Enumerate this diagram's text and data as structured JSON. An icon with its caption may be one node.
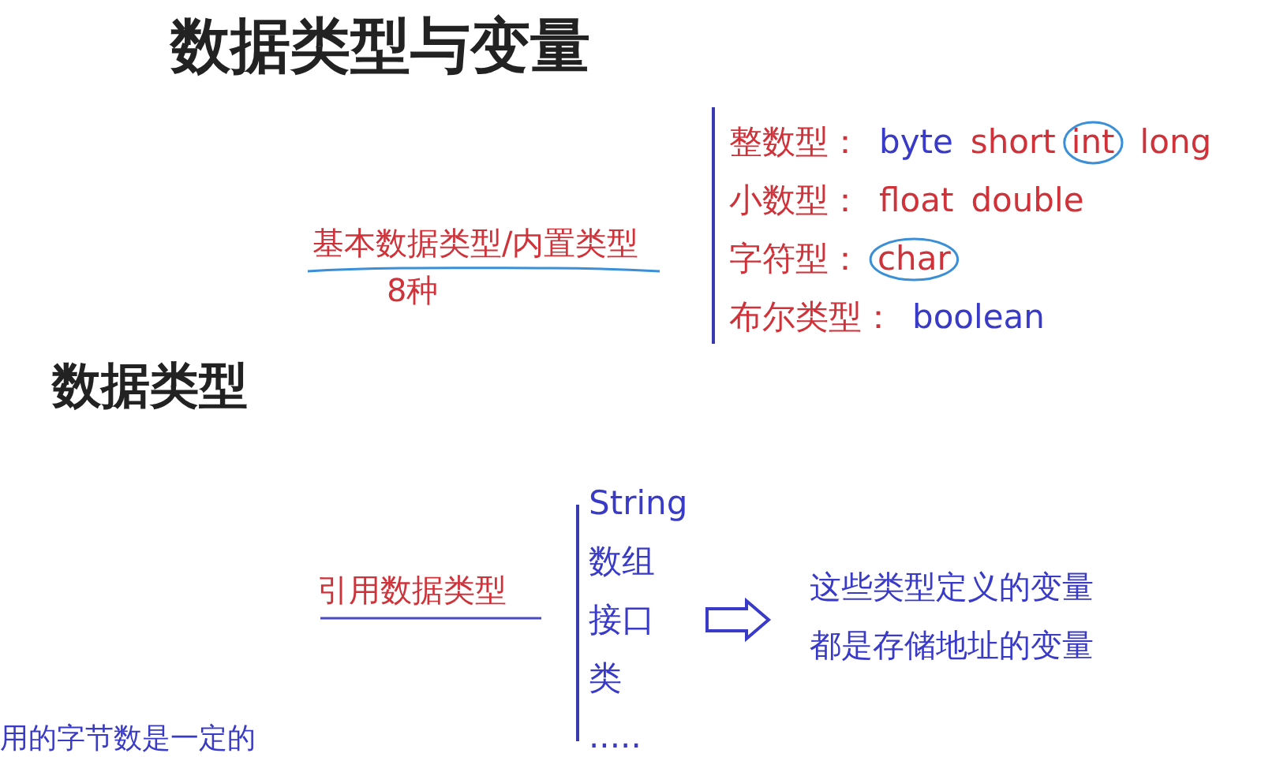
{
  "diagram": {
    "title": "数据类型与变量",
    "nodes": [
      {
        "text": [
          "String",
          "数组",
          "接口",
          "类",
          "....."
        ]
      },
      {
        "text": [
          "这些类型定义的变量",
          "都是存储地址的变量"
        ]
      }
    ],
    "edges": [
      {
        "from": 0,
        "to": 1,
        "arrow": "to"
      }
    ],
    "labels": [
      "基本数据类型/内置类型",
      "8种",
      "整数型：",
      "byte",
      "short",
      "int",
      "long",
      "小数型：",
      "float",
      "double",
      "字符型：",
      "char",
      "布尔类型：",
      "boolean",
      "数据类型",
      "引用数据类型",
      "用的字节数是一定的"
    ]
  }
}
